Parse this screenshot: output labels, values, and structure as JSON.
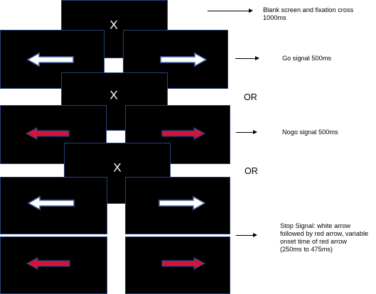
{
  "colors": {
    "screen": "#000000",
    "screen_border": "#27417a",
    "white_arrow": "#ffffff",
    "white_arrow_outline": "#4a69a8",
    "red_arrow": "#d2143a",
    "red_arrow_outline": "#27417a"
  },
  "fixation_mark": "X",
  "or_label": "OR",
  "trials": {
    "blank": {
      "label": "Blank screen and fixation cross\n1000ms"
    },
    "go": {
      "label": "Go signal 500ms",
      "left_arrow": "white",
      "right_arrow": "white"
    },
    "nogo": {
      "label": "Nogo signal 500ms",
      "left_arrow": "red",
      "right_arrow": "red"
    },
    "stop": {
      "label": "Stop Signal: white arrow\nfollowed by red arrow, variable\nonset time of red arrow\n(250ms to 475ms)",
      "first_arrows": "white",
      "second_arrows": "red"
    }
  }
}
